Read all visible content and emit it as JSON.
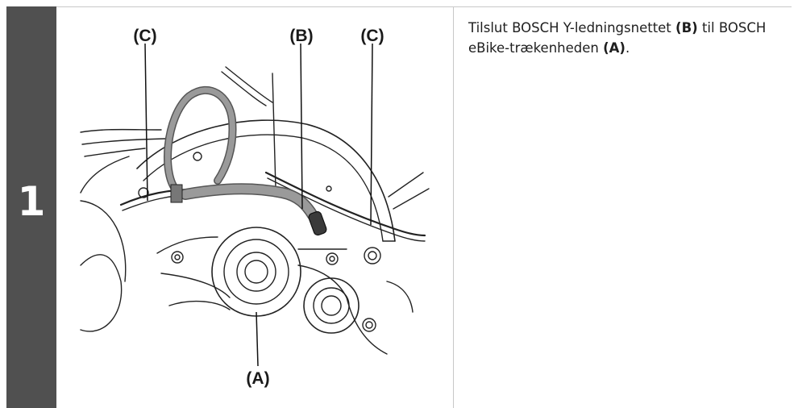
{
  "step": {
    "number": "1"
  },
  "illustration": {
    "callouts": {
      "a": "(A)",
      "b": "(B)",
      "c_left": "(C)",
      "c_right": "(C)"
    }
  },
  "instruction": {
    "part1": "Tilslut BOSCH Y-ledningsnettet ",
    "ref_b": "(B)",
    "part2": " til BOSCH eBike-trækenheden ",
    "ref_a": "(A)",
    "part3": "."
  }
}
